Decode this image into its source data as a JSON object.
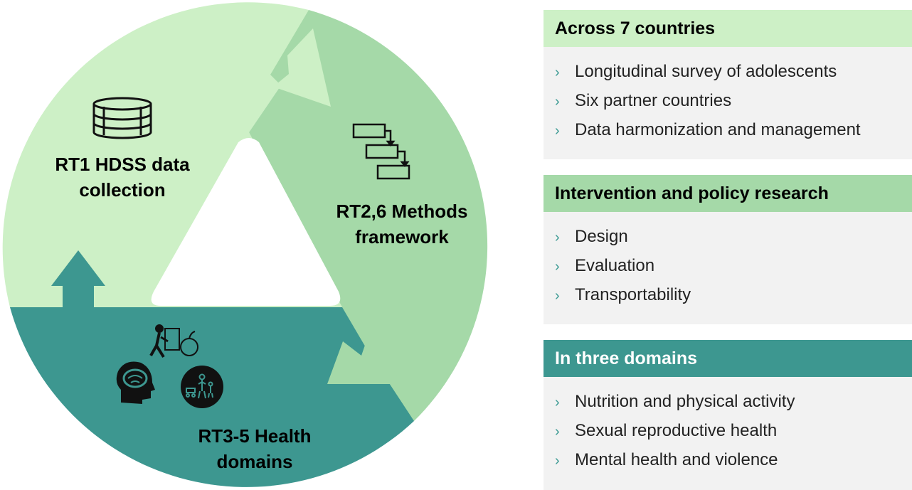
{
  "cycle": {
    "segments": [
      {
        "label_line1": "RT1 HDSS data",
        "label_line2": "collection",
        "icon": "database-icon"
      },
      {
        "label_line1": "RT2,6 Methods",
        "label_line2": "framework",
        "icon": "flowchart-icon"
      },
      {
        "label_line1": "RT3-5 Health",
        "label_line2": "domains",
        "icon_set": [
          "nutrition-activity-icon",
          "brain-head-icon",
          "family-icon"
        ]
      }
    ]
  },
  "panels": [
    {
      "title": "Across 7 countries",
      "items": [
        "Longitudinal survey of adolescents",
        "Six partner countries",
        "Data harmonization and management"
      ]
    },
    {
      "title": "Intervention and policy research",
      "items": [
        "Design",
        "Evaluation",
        "Transportability"
      ]
    },
    {
      "title": "In three domains",
      "items": [
        "Nutrition and physical activity",
        "Sexual reproductive health",
        "Mental health and violence"
      ]
    }
  ],
  "bullet_glyph": "›",
  "colors": {
    "light_green": "#cdf0c6",
    "mid_green": "#a5d9a8",
    "teal": "#3d9790",
    "panel_bg": "#f2f2f2",
    "text": "#000000"
  }
}
